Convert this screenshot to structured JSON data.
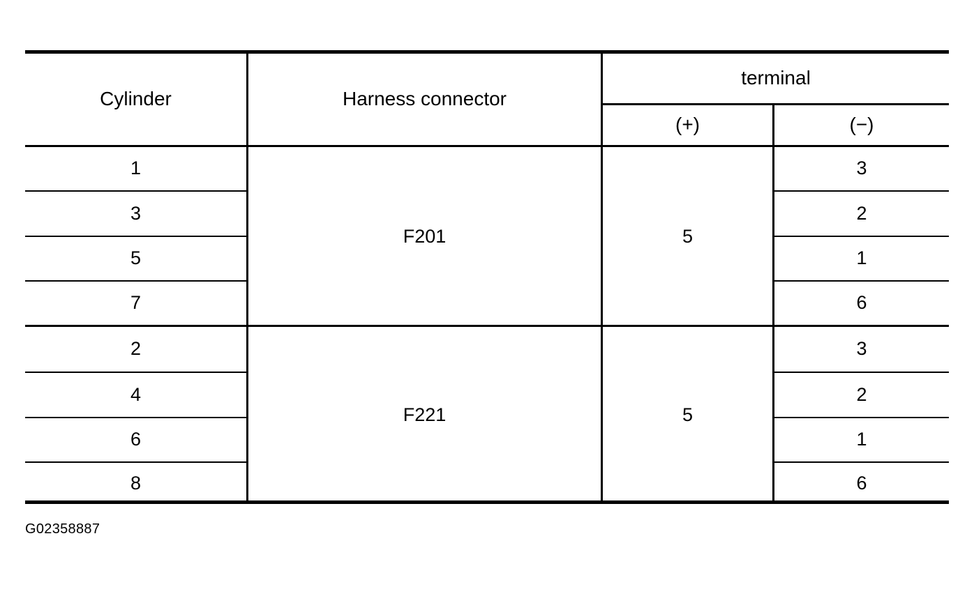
{
  "table": {
    "headers": {
      "cylinder": "Cylinder",
      "harness_connector": "Harness connector",
      "terminal": "terminal",
      "terminal_positive": "(+)",
      "terminal_negative": "(−)"
    },
    "groups": [
      {
        "harness_connector": "F201",
        "terminal_positive": "5",
        "rows": [
          {
            "cylinder": "1",
            "terminal_negative": "3"
          },
          {
            "cylinder": "3",
            "terminal_negative": "2"
          },
          {
            "cylinder": "5",
            "terminal_negative": "1"
          },
          {
            "cylinder": "7",
            "terminal_negative": "6"
          }
        ]
      },
      {
        "harness_connector": "F221",
        "terminal_positive": "5",
        "rows": [
          {
            "cylinder": "2",
            "terminal_negative": "3"
          },
          {
            "cylinder": "4",
            "terminal_negative": "2"
          },
          {
            "cylinder": "6",
            "terminal_negative": "1"
          },
          {
            "cylinder": "8",
            "terminal_negative": "6"
          }
        ]
      }
    ]
  },
  "caption": "G02358887",
  "colors": {
    "ink": "#000000",
    "background": "#ffffff"
  }
}
